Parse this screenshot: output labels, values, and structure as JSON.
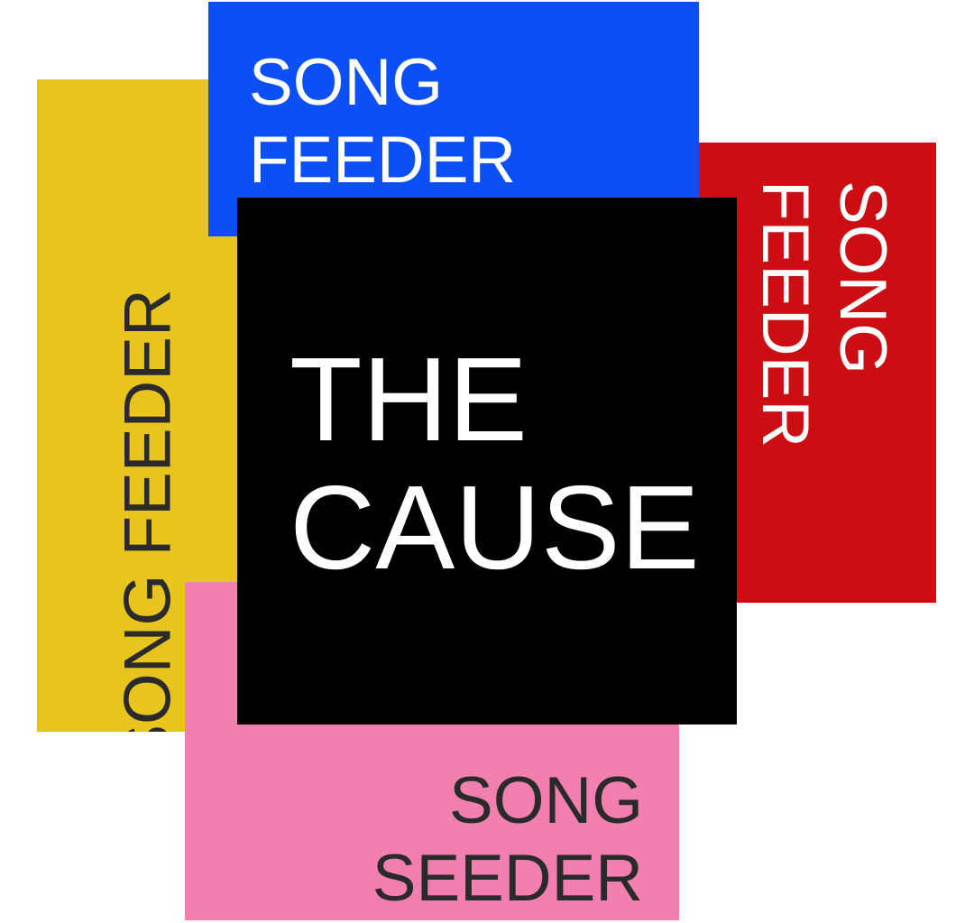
{
  "colors": {
    "yellow": "#E8C41E",
    "blue": "#0A50F6",
    "red": "#CC0D12",
    "pink": "#F17FAF",
    "black": "#000000",
    "background": "#FFFFFF"
  },
  "blocks": {
    "blue": {
      "lines": [
        "SONG",
        "FEEDER"
      ]
    },
    "yellow": {
      "text": "SONG FEEDER"
    },
    "red": {
      "lines": [
        "SONG",
        "FEEDER"
      ]
    },
    "pink": {
      "lines": [
        "SONG",
        "SEEDER"
      ]
    },
    "center": {
      "lines": [
        "THE",
        "CAUSE"
      ]
    }
  }
}
